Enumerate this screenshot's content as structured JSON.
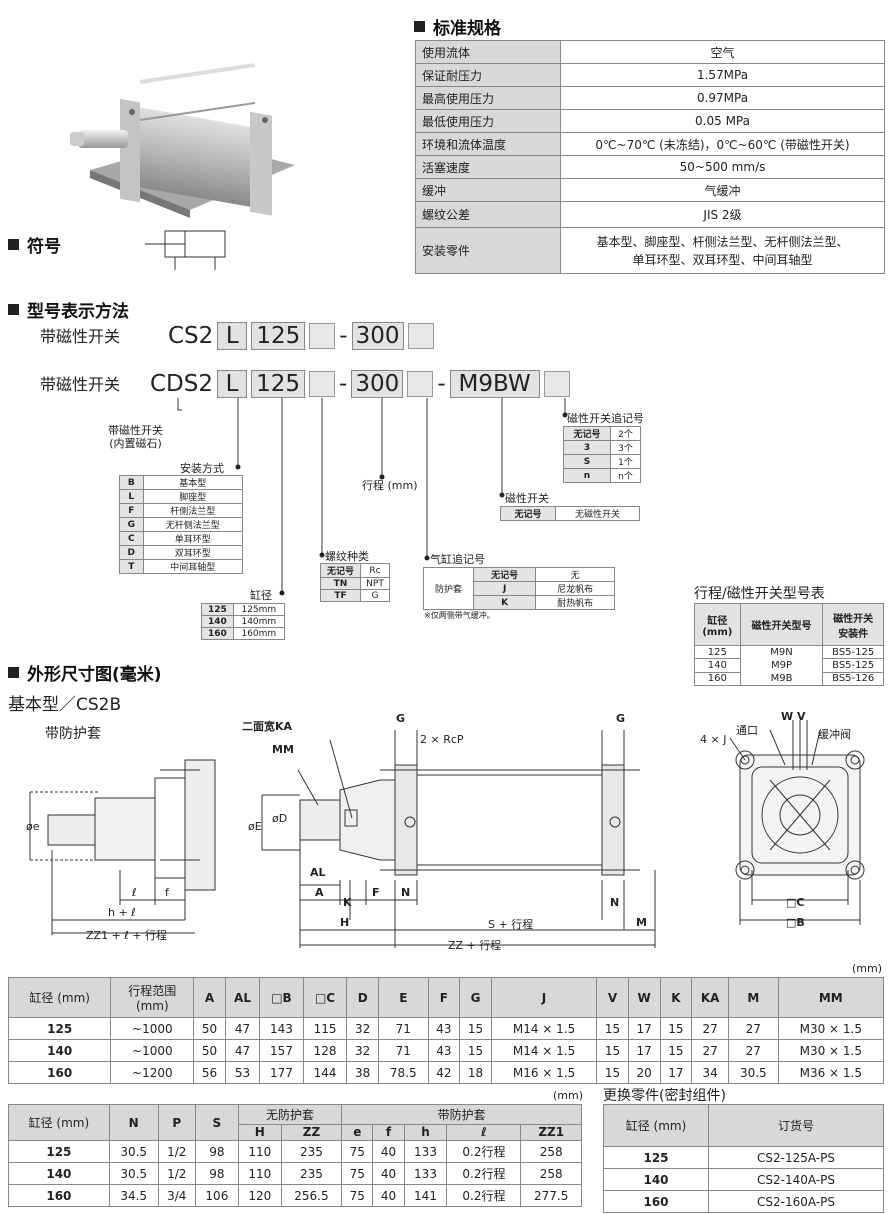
{
  "spec": {
    "title": "标准规格",
    "rows": [
      [
        "使用流体",
        "空气"
      ],
      [
        "保证耐压力",
        "1.57MPa"
      ],
      [
        "最高使用压力",
        "0.97MPa"
      ],
      [
        "最低使用压力",
        "0.05 MPa"
      ],
      [
        "环境和流体温度",
        "0℃~70℃ (未冻结)，0℃~60℃ (带磁性开关)"
      ],
      [
        "活塞速度",
        "50~500 mm/s"
      ],
      [
        "缓冲",
        "气缓冲"
      ],
      [
        "螺纹公差",
        "JIS 2级"
      ],
      [
        "安装零件",
        "基本型、脚座型、杆侧法兰型、无杆侧法兰型、\n单耳环型、双耳环型、中间耳轴型"
      ]
    ]
  },
  "symbol": {
    "title": "符号"
  },
  "model": {
    "title": "型号表示方法",
    "line1": {
      "label": "带磁性开关",
      "prefix": "CS2",
      "mount": "L",
      "bore": "125",
      "dash": "-",
      "stroke": "300"
    },
    "line2": {
      "label": "带磁性开关",
      "prefix": "CDS2",
      "mount": "L",
      "bore": "125",
      "dash1": "-",
      "stroke": "300",
      "dash2": "-",
      "switch": "M9BW"
    },
    "magnet_note": "带磁性开关\n(内置磁石)",
    "mount_title": "安装方式",
    "mount_rows": [
      [
        "B",
        "基本型"
      ],
      [
        "L",
        "脚座型"
      ],
      [
        "F",
        "杆侧法兰型"
      ],
      [
        "G",
        "无杆侧法兰型"
      ],
      [
        "C",
        "单耳环型"
      ],
      [
        "D",
        "双耳环型"
      ],
      [
        "T",
        "中间耳轴型"
      ]
    ],
    "bore_title": "缸径",
    "bore_rows": [
      [
        "125",
        "125mm"
      ],
      [
        "140",
        "140mm"
      ],
      [
        "160",
        "160mm"
      ]
    ],
    "thread_title": "螺纹种类",
    "thread_rows": [
      [
        "无记号",
        "Rc"
      ],
      [
        "TN",
        "NPT"
      ],
      [
        "TF",
        "G"
      ]
    ],
    "stroke_label": "行程 (mm)",
    "cyl_title": "气缸追记号",
    "cyl_group": "防护套",
    "cyl_rows": [
      [
        "无记号",
        "无"
      ],
      [
        "J",
        "尼龙帆布"
      ],
      [
        "K",
        "耐热帆布"
      ]
    ],
    "cyl_note": "※仅两侧带气缓冲。",
    "sw_title": "磁性开关",
    "sw_rows": [
      [
        "无记号",
        "无磁性开关"
      ]
    ],
    "swn_title": "磁性开关追记号",
    "swn_rows": [
      [
        "无记号",
        "2个"
      ],
      [
        "3",
        "3个"
      ],
      [
        "S",
        "1个"
      ],
      [
        "n",
        "n个"
      ]
    ]
  },
  "lookup": {
    "title": "行程/磁性开关型号表",
    "headers": [
      "缸径\n(mm)",
      "磁性开关型号",
      "磁性开关\n安装件"
    ],
    "bores": [
      "125",
      "140",
      "160"
    ],
    "switches": [
      "M9N",
      "M9P",
      "M9B"
    ],
    "brackets": [
      "BS5-125",
      "BS5-125",
      "BS5-126"
    ]
  },
  "outline": {
    "title": "外形尺寸图(毫米)",
    "subtitle": "基本型／CS2B",
    "boot": "带防护套",
    "labels": {
      "ka": "二面宽KA",
      "mm": "MM",
      "g1": "G",
      "g2": "G",
      "rcp": "2 × RcP",
      "oe": "øe",
      "oE": "øE",
      "oD": "øD",
      "al": "AL",
      "a": "A",
      "k": "K",
      "f": "F",
      "n": "N",
      "n2": "N",
      "m": "M",
      "h": "H",
      "sst": "S + 行程",
      "zzst": "ZZ + 行程",
      "hl": "h + ℓ",
      "l": "ℓ",
      "f2": "f",
      "zz1": "ZZ1 + ℓ + 行程",
      "j": "4 × J",
      "port": "通口",
      "wv": "W V",
      "cushion": "缓冲阀",
      "c": "□C",
      "b": "□B"
    }
  },
  "dims": {
    "unit": "(mm)",
    "headers": [
      "缸径 (mm)",
      "行程范围\n(mm)",
      "A",
      "AL",
      "□B",
      "□C",
      "D",
      "E",
      "F",
      "G",
      "J",
      "V",
      "W",
      "K",
      "KA",
      "M",
      "MM"
    ],
    "rows": [
      [
        "125",
        "~1000",
        "50",
        "47",
        "143",
        "115",
        "32",
        "71",
        "43",
        "15",
        "M14 × 1.5",
        "15",
        "17",
        "15",
        "27",
        "27",
        "M30 × 1.5"
      ],
      [
        "140",
        "~1000",
        "50",
        "47",
        "157",
        "128",
        "32",
        "71",
        "43",
        "15",
        "M14 × 1.5",
        "15",
        "17",
        "15",
        "27",
        "27",
        "M30 × 1.5"
      ],
      [
        "160",
        "~1200",
        "56",
        "53",
        "177",
        "144",
        "38",
        "78.5",
        "42",
        "18",
        "M16 × 1.5",
        "15",
        "20",
        "17",
        "34",
        "30.5",
        "M36 × 1.5"
      ]
    ]
  },
  "dims2": {
    "unit": "(mm)",
    "grp_no": "无防护套",
    "grp_yes": "带防护套",
    "h1": [
      "缸径 (mm)",
      "N",
      "P",
      "S"
    ],
    "h2": [
      "H",
      "ZZ",
      "e",
      "f",
      "h",
      "ℓ",
      "ZZ1"
    ],
    "rows": [
      [
        "125",
        "30.5",
        "1/2",
        "98",
        "110",
        "235",
        "75",
        "40",
        "133",
        "0.2行程",
        "258"
      ],
      [
        "140",
        "30.5",
        "1/2",
        "98",
        "110",
        "235",
        "75",
        "40",
        "133",
        "0.2行程",
        "258"
      ],
      [
        "160",
        "34.5",
        "3/4",
        "106",
        "120",
        "256.5",
        "75",
        "40",
        "141",
        "0.2行程",
        "277.5"
      ]
    ]
  },
  "parts": {
    "title": "更换零件(密封组件)",
    "headers": [
      "缸径 (mm)",
      "订货号"
    ],
    "rows": [
      [
        "125",
        "CS2-125A-PS"
      ],
      [
        "140",
        "CS2-140A-PS"
      ],
      [
        "160",
        "CS2-160A-PS"
      ]
    ]
  }
}
